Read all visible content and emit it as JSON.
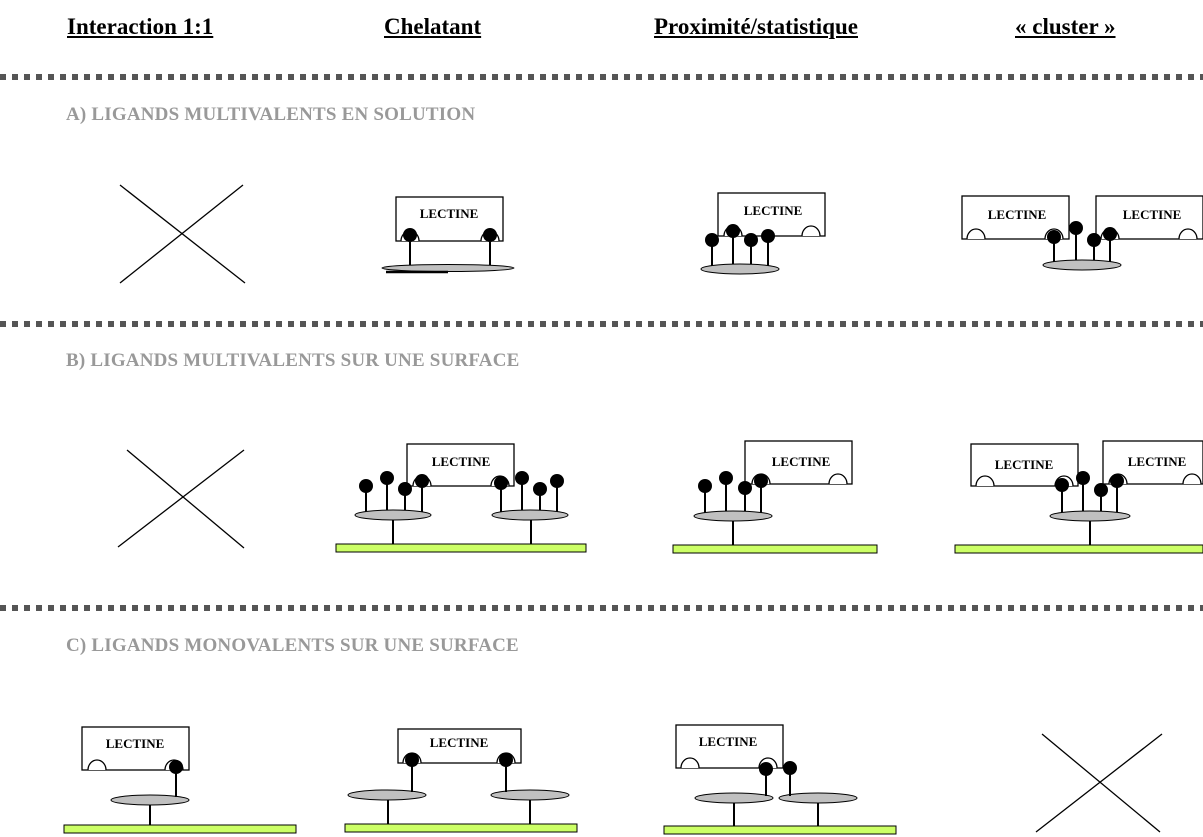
{
  "headers": [
    "Interaction 1:1",
    "Chelatant",
    "Proximité/statistique",
    "« cluster »"
  ],
  "sections": [
    {
      "title": "A) LIGANDS MULTIVALENTS EN SOLUTION"
    },
    {
      "title": "B) LIGANDS MULTIVALENTS SUR UNE SURFACE"
    },
    {
      "title": "C) LIGANDS MONOVALENTS SUR UNE SURFACE"
    }
  ],
  "lectin_label": "LECTINE",
  "colors": {
    "surface": "#ccff66",
    "disc": "#c0c0c0",
    "section_title": "#999999",
    "ink": "#000000"
  }
}
